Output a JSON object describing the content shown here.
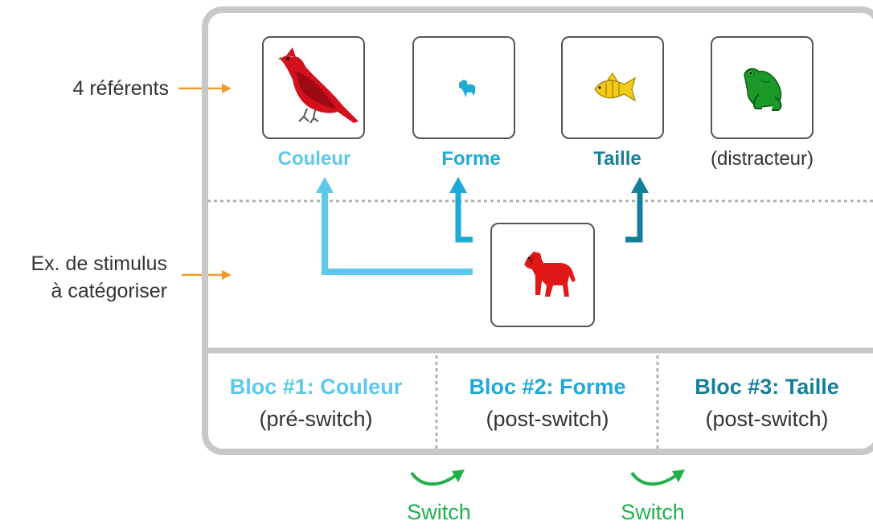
{
  "left_labels": {
    "referents": "4 référents",
    "stimulus_line1": "Ex. de stimulus",
    "stimulus_line2": "à catégoriser"
  },
  "referents": [
    {
      "label": "Couleur",
      "color": "#5bc8ec",
      "icon": "red-bird"
    },
    {
      "label": "Forme",
      "color": "#1ea9d6",
      "icon": "small-blue-dog"
    },
    {
      "label": "Taille",
      "color": "#147f98",
      "icon": "yellow-fish"
    },
    {
      "label": "(distracteur)",
      "color": "#333333",
      "icon": "green-frog"
    }
  ],
  "stimulus": {
    "icon": "red-dog"
  },
  "blocs": [
    {
      "title": "Bloc #1: Couleur",
      "subtitle": "(pré-switch)",
      "color": "#5bc8ec"
    },
    {
      "title": "Bloc #2: Forme",
      "subtitle": "(post-switch)",
      "color": "#1ea9d6"
    },
    {
      "title": "Bloc #3: Taille",
      "subtitle": "(post-switch)",
      "color": "#147f98"
    }
  ],
  "switches": [
    {
      "label": "Switch"
    },
    {
      "label": "Switch"
    }
  ],
  "colors": {
    "arrow_orange": "#f39a2b",
    "switch_green": "#22b04b",
    "frame_gray": "#c8c8c8"
  }
}
